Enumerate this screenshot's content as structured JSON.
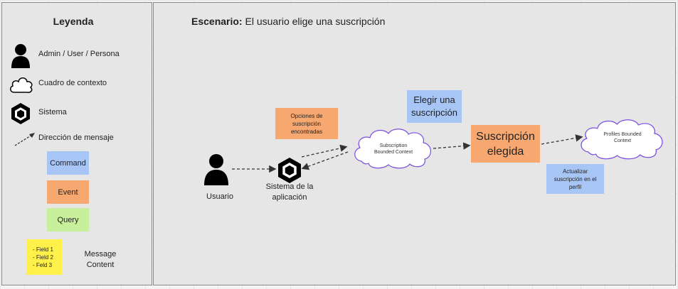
{
  "legend": {
    "title": "Leyenda",
    "items": {
      "actor": "Admin / User / Persona",
      "context": "Cuadro de contexto",
      "system": "Sistema",
      "message_direction": "Dirección de mensaje",
      "command": "Command",
      "event": "Event",
      "query": "Query",
      "message_content": "Message\nContent",
      "fields": "- Field 1\n- Field 2\n- Feld 3"
    }
  },
  "scenario": {
    "title_bold": "Escenario:",
    "title_rest": " El usuario elige una suscripción",
    "user_label": "Usuario",
    "system_label": "Sistema de la\naplicación",
    "query_note": "Opciones de\nsuscripción\nencontradas",
    "subscription_context": "Subscription\nBounded Context",
    "command_elegir": "Elegir una\nsuscripción",
    "event_elegida": "Suscripción\nelegida",
    "profiles_context": "Profiles Bounded\nContext",
    "command_actualizar": "Actualizar\nsuscripción en el\nperfil"
  },
  "colors": {
    "command": "#a8c6f5",
    "event": "#f7a871",
    "query": "#c8ef9b",
    "content": "#fff04a"
  }
}
